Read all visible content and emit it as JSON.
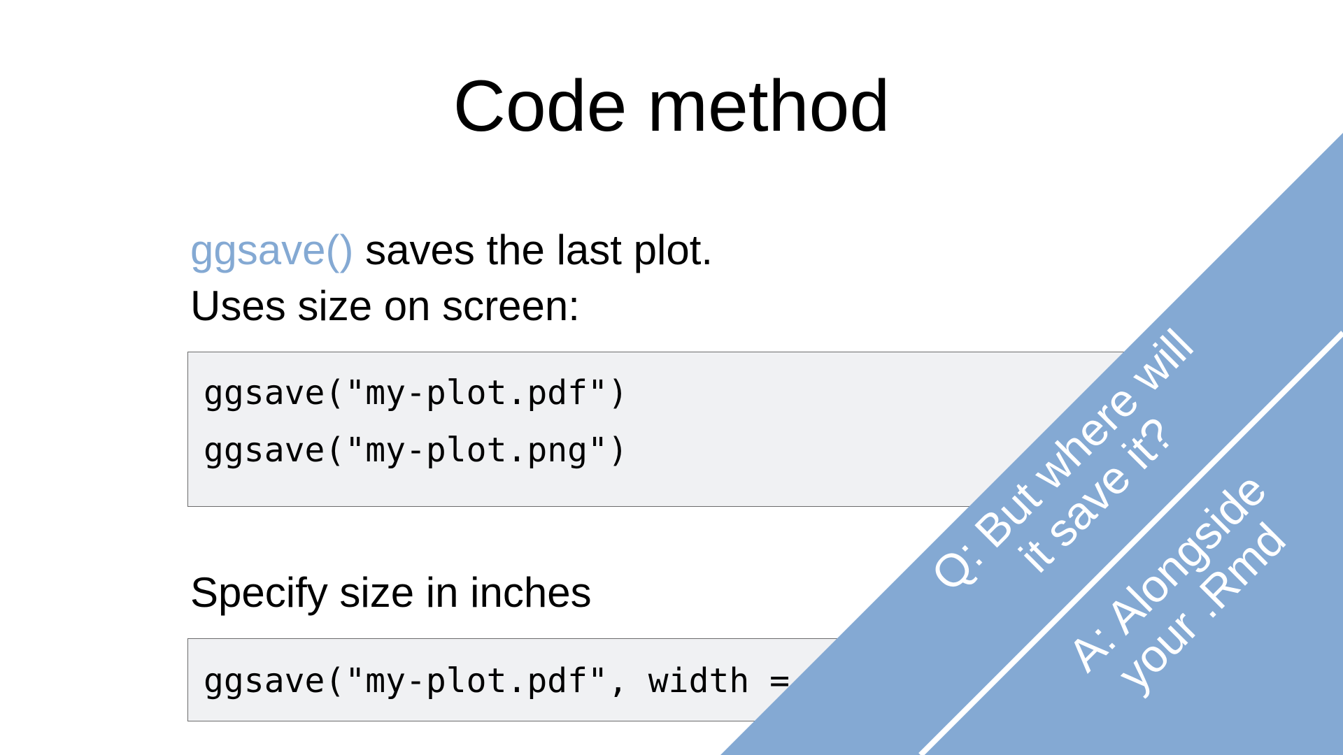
{
  "slide": {
    "title": "Code method",
    "intro_fn": "ggsave()",
    "intro_rest": " saves the last plot.",
    "intro_line2": "Uses size on screen:",
    "code_block_1": [
      "ggsave(\"my-plot.pdf\")",
      "ggsave(\"my-plot.png\")"
    ],
    "section2_label": "Specify size in inches",
    "code_block_2": [
      "ggsave(\"my-plot.pdf\", width = 6, height = 4)"
    ]
  },
  "sash": {
    "question_line1": "Q: But where will",
    "question_line2": "it save it?",
    "answer_line1": "A: Alongside",
    "answer_line2": "your .Rmd"
  },
  "colors": {
    "accent": "#84a9d3",
    "sash": "#84a9d3",
    "code_background": "#f0f1f3"
  }
}
